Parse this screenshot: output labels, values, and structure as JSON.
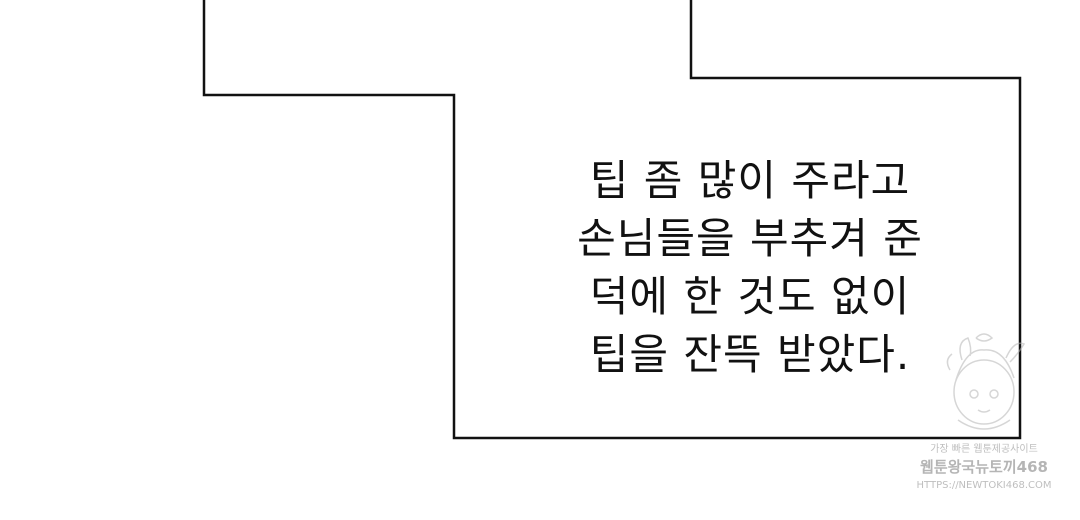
{
  "caption": {
    "lines": [
      "팁 좀 많이 주라고",
      "손님들을 부추겨 준",
      "덕에 한 것도 없이",
      "팁을 잔뜩 받았다."
    ]
  },
  "watermark": {
    "line1": "가장 빠른 웹툰제공사이트",
    "line2": "웹툰왕국뉴토끼468",
    "line3": "HTTPS://NEWTOKI468.COM"
  },
  "colors": {
    "background": "#ffffff",
    "ink": "#111111",
    "watermark": "#8a8a8a"
  }
}
